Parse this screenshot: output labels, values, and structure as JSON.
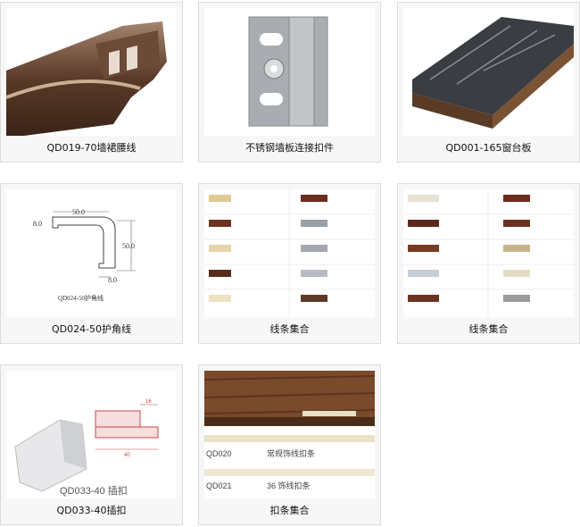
{
  "products": [
    {
      "caption": "QD019-70墙裙腰线",
      "icon": "brown-wood-molding-photo"
    },
    {
      "caption": "不锈钢墙板连接扣件",
      "icon": "steel-clip-photo"
    },
    {
      "caption": "QD001-165窗台板",
      "icon": "marble-window-sill-photo"
    },
    {
      "caption": "QD024-50护角线",
      "icon": "corner-profile-drawing",
      "drawing": {
        "dim_top": "50.0",
        "dim_left": "8.0",
        "dim_right": "50.0",
        "dim_bottom": "8.0",
        "label": "QD024-50护角线"
      }
    },
    {
      "caption": "线条集合",
      "icon": "molding-collection-photo"
    },
    {
      "caption": "线条集合",
      "icon": "molding-collection-photo"
    },
    {
      "caption": "QD033-40插扣",
      "icon": "clip-profile-photo",
      "drawing": {
        "label": "QD033-40 插扣",
        "dim_a": "16",
        "dim_b": "40"
      }
    },
    {
      "caption": "扣条集合",
      "icon": "trim-strip-collection-photo",
      "drawing": {
        "row1_code": "QD020",
        "row1_name": "常规饰线扣条",
        "row2_code": "QD021",
        "row2_name": "36 饰线扣条"
      }
    }
  ]
}
